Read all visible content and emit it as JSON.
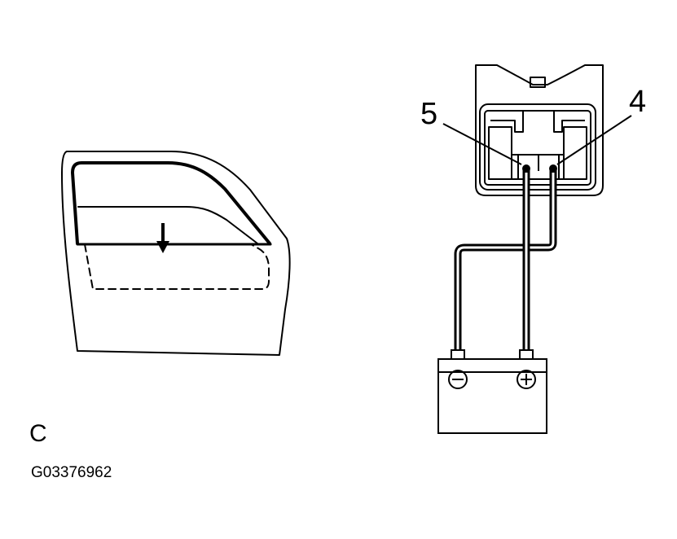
{
  "labels": {
    "pin_5": "5",
    "pin_4": "4",
    "view_letter": "C",
    "figure_code": "G03376962"
  },
  "battery": {
    "negative_symbol": "minus-in-circle",
    "positive_symbol": "plus-in-circle"
  },
  "window": {
    "movement": "down"
  },
  "colors": {
    "line": "#000000",
    "background": "#ffffff"
  }
}
